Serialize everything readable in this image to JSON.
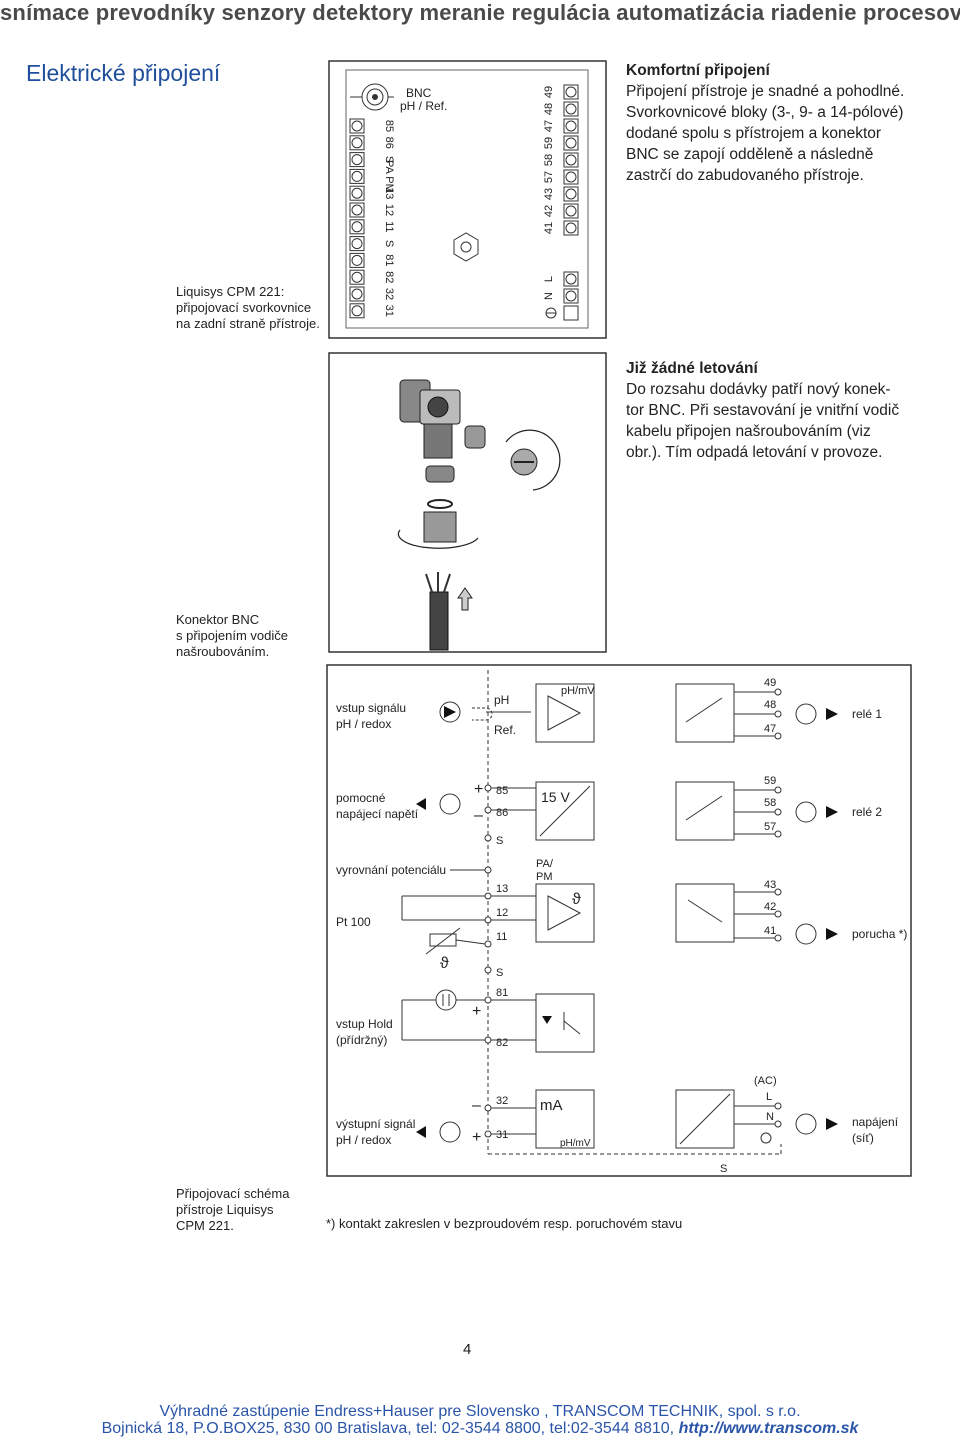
{
  "header": {
    "banner": "snímace prevodníky senzory detektory meranie regulácia automatizácia riadenie procesov"
  },
  "section": {
    "title": "Elektrické připojení"
  },
  "captions": {
    "terminals_1": "Liquisys CPM 221:",
    "terminals_2": "připojovací svorkovnice",
    "terminals_3": "na zadní straně přístroje.",
    "bnc_1": "Konektor BNC",
    "bnc_2": "s připojením vodiče",
    "bnc_3": "našroubováním.",
    "scheme_1": "Připojovací schéma",
    "scheme_2": "přístroje Liquisys",
    "scheme_3": "CPM 221.",
    "footnote": "*) kontakt zakreslen v bezproudovém resp. poruchovém stavu"
  },
  "paragraphs": {
    "p1_title": "Komfortní připojení",
    "p1_l1": "Připojení přístroje je snadné a pohodlné.",
    "p1_l2": "Svorkovnicové bloky (3-, 9- a 14-pólové)",
    "p1_l3": "dodané spolu s přístrojem a konektor",
    "p1_l4": "BNC se zapojí odděleně a následně",
    "p1_l5": "zastrčí do zabudovaného přístroje.",
    "p2_title": "Již žádné letování",
    "p2_l1": "Do rozsahu dodávky patří nový konek-",
    "p2_l2": "tor BNC. Při sestavování je vnitřní vodič",
    "p2_l3": "kabelu připojen našroubováním (viz",
    "p2_l4": "obr.). Tím odpadá letování v provoze."
  },
  "terminal_panel": {
    "bnc_label_1": "BNC",
    "bnc_label_2": "pH / Ref.",
    "left_labels": [
      "85",
      "86",
      "S",
      "PA PM",
      "13",
      "12",
      "11",
      "S",
      "81",
      "82",
      "32",
      "31"
    ],
    "right_labels": [
      "41",
      "42",
      "43",
      "57",
      "58",
      "59",
      "47",
      "48",
      "49"
    ],
    "power_labels": [
      "N",
      "L"
    ]
  },
  "scheme": {
    "signal_in_1": "vstup signálu",
    "signal_in_2": "pH / redox",
    "ph": "pH",
    "ref": "Ref.",
    "phmv": "pH/mV",
    "r49": "49",
    "r48": "48",
    "r47": "47",
    "relay1": "relé 1",
    "aux_1": "pomocné",
    "aux_2": "napájecí napětí",
    "plus": "+",
    "minus": "–",
    "t85": "85",
    "t86": "86",
    "tS": "S",
    "v15": "15 V",
    "r59": "59",
    "r58": "58",
    "r57": "57",
    "relay2": "relé 2",
    "equal": "vyrovnání potenciálu",
    "papm_1": "PA/",
    "papm_2": "PM",
    "pt100": "Pt 100",
    "t13": "13",
    "t12": "12",
    "t11": "11",
    "theta": "ϑ",
    "r43": "43",
    "r42": "42",
    "r41": "41",
    "fault": "porucha *)",
    "hold_1": "vstup Hold",
    "hold_2": "(přídržný)",
    "t81": "81",
    "t82": "82",
    "out_1": "výstupní signál",
    "out_2": "pH / redox",
    "t32": "32",
    "t31": "31",
    "ma": "mA",
    "phmv2": "pH/mV",
    "ac": "(AC)",
    "L": "L",
    "N": "N",
    "power_1": "napájení",
    "power_2": "(síť)",
    "S_bottom": "S"
  },
  "page_number": "4",
  "footer": {
    "line1": "Výhradné zastúpenie Endress+Hauser pre Slovensko , TRANSCOM TECHNIK, spol. s r.o.",
    "line2": "Bojnická 18, P.O.BOX25, 830 00 Bratislava, tel: 02-3544 8800, tel:02-3544 8810,",
    "url": "http://www.transcom.sk"
  }
}
